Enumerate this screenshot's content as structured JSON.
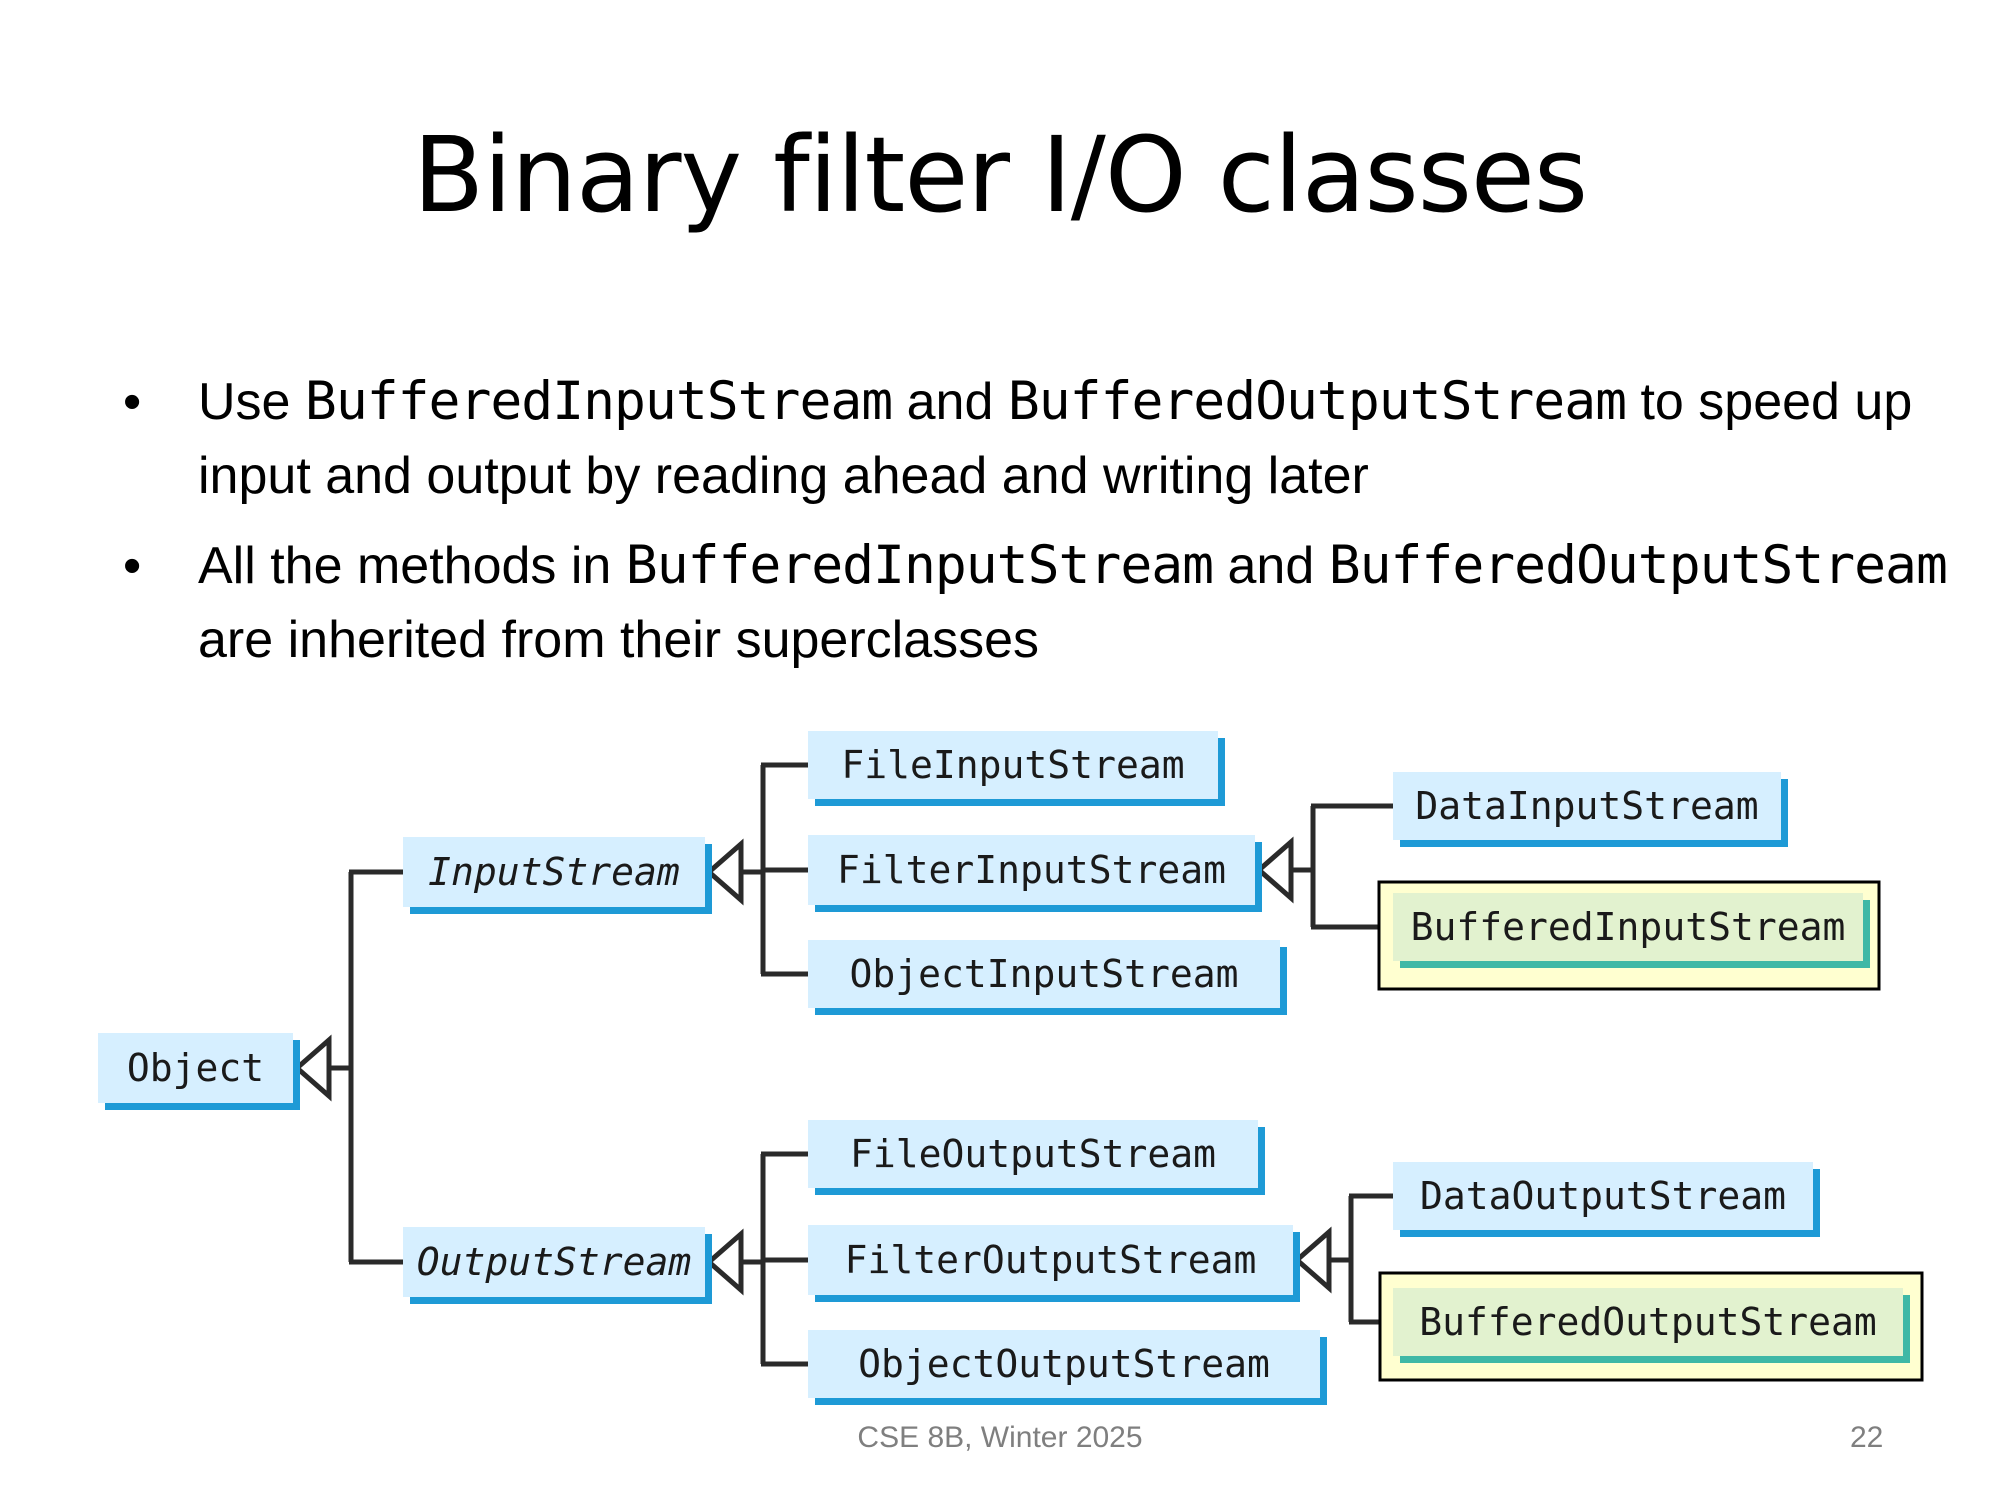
{
  "slide": {
    "title": "Binary filter I/O classes",
    "bullets": [
      {
        "parts": [
          "Use ",
          "BufferedInputStream",
          " and ",
          "BufferedOutputStream",
          " to speed up input and output by reading ahead and writing later"
        ]
      },
      {
        "parts": [
          "All the methods in ",
          "BufferedInputStream",
          " and ",
          "BufferedOutputStream",
          " are inherited from their superclasses"
        ]
      }
    ],
    "footer_center": "CSE 8B, Winter 2025",
    "footer_page": "22"
  },
  "diagram": {
    "colors": {
      "box_fill": "#d6efff",
      "box_shadow": "#1e9ad6",
      "highlight_fill": "#e2f2cf",
      "highlight_shadow": "#3fb8a6",
      "highlight_frame_fill": "#ffffd0",
      "line": "#2a2a2a"
    },
    "classes": [
      {
        "id": "object",
        "label": "Object",
        "abstract": false,
        "highlight": false
      },
      {
        "id": "input_stream",
        "label": "InputStream",
        "abstract": true,
        "highlight": false
      },
      {
        "id": "output_stream",
        "label": "OutputStream",
        "abstract": true,
        "highlight": false
      },
      {
        "id": "file_input_stream",
        "label": "FileInputStream",
        "abstract": false,
        "highlight": false
      },
      {
        "id": "filter_input_stream",
        "label": "FilterInputStream",
        "abstract": false,
        "highlight": false
      },
      {
        "id": "object_input_stream",
        "label": "ObjectInputStream",
        "abstract": false,
        "highlight": false
      },
      {
        "id": "data_input_stream",
        "label": "DataInputStream",
        "abstract": false,
        "highlight": false
      },
      {
        "id": "buffered_input_stream",
        "label": "BufferedInputStream",
        "abstract": false,
        "highlight": true
      },
      {
        "id": "file_output_stream",
        "label": "FileOutputStream",
        "abstract": false,
        "highlight": false
      },
      {
        "id": "filter_output_stream",
        "label": "FilterOutputStream",
        "abstract": false,
        "highlight": false
      },
      {
        "id": "object_output_stream",
        "label": "ObjectOutputStream",
        "abstract": false,
        "highlight": false
      },
      {
        "id": "data_output_stream",
        "label": "DataOutputStream",
        "abstract": false,
        "highlight": false
      },
      {
        "id": "buffered_output_stream",
        "label": "BufferedOutputStream",
        "abstract": false,
        "highlight": true
      }
    ],
    "inheritance": [
      {
        "parent": "object",
        "children": [
          "input_stream",
          "output_stream"
        ]
      },
      {
        "parent": "input_stream",
        "children": [
          "file_input_stream",
          "filter_input_stream",
          "object_input_stream"
        ]
      },
      {
        "parent": "filter_input_stream",
        "children": [
          "data_input_stream",
          "buffered_input_stream"
        ]
      },
      {
        "parent": "output_stream",
        "children": [
          "file_output_stream",
          "filter_output_stream",
          "object_output_stream"
        ]
      },
      {
        "parent": "filter_output_stream",
        "children": [
          "data_output_stream",
          "buffered_output_stream"
        ]
      }
    ]
  }
}
